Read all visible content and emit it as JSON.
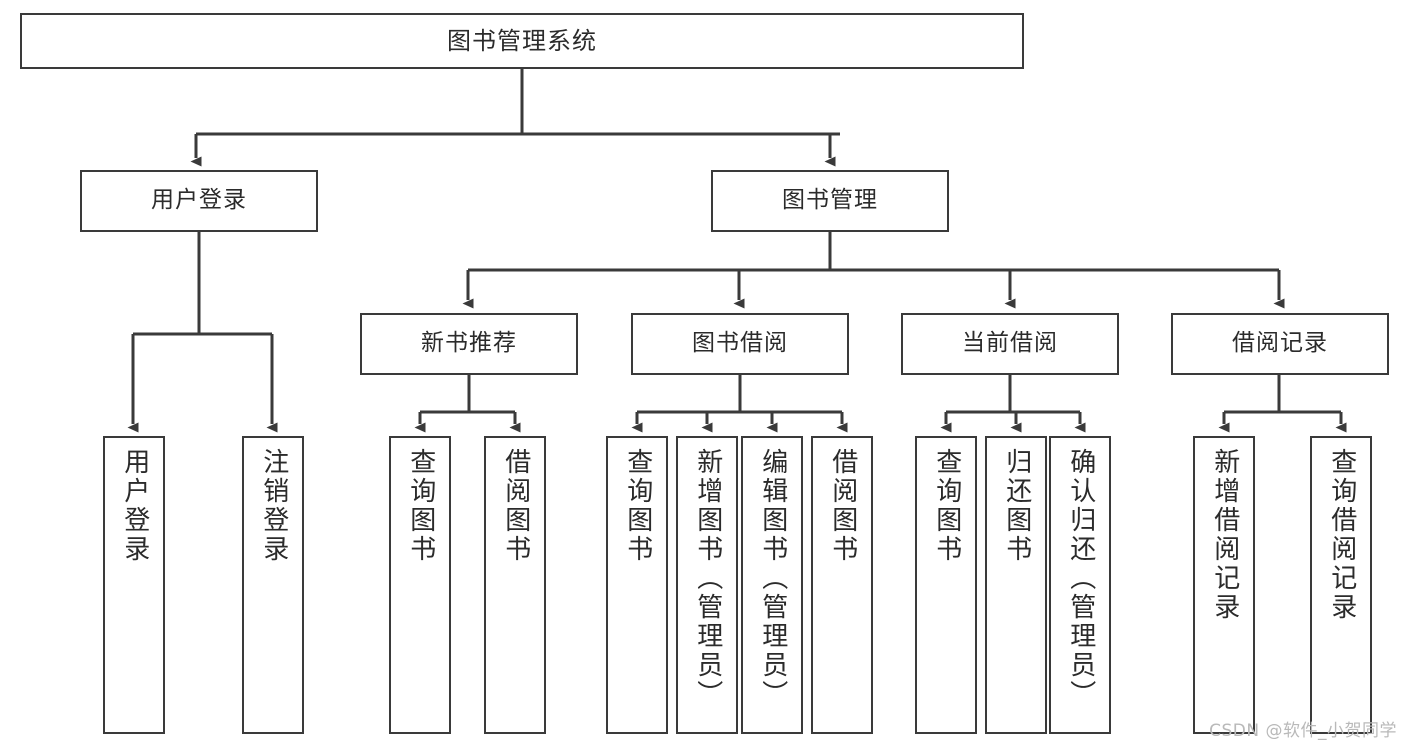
{
  "diagram": {
    "title": "图书管理系统",
    "type": "tree",
    "root": {
      "id": "root",
      "label": "图书管理系统"
    },
    "level2": [
      {
        "id": "user-login",
        "label": "用户登录"
      },
      {
        "id": "book-manage",
        "label": "图书管理"
      }
    ],
    "level3": [
      {
        "id": "new-book-rec",
        "label": "新书推荐",
        "parent": "book-manage"
      },
      {
        "id": "book-borrow",
        "label": "图书借阅",
        "parent": "book-manage"
      },
      {
        "id": "current-borrow",
        "label": "当前借阅",
        "parent": "book-manage"
      },
      {
        "id": "borrow-record",
        "label": "借阅记录",
        "parent": "book-manage"
      }
    ],
    "leaves": [
      {
        "id": "leaf-user-login",
        "label": "用户登录",
        "parent": "user-login"
      },
      {
        "id": "leaf-logout-login",
        "label": "注销登录",
        "parent": "user-login"
      },
      {
        "id": "leaf-query-book-1",
        "label": "查询图书",
        "parent": "new-book-rec"
      },
      {
        "id": "leaf-borrow-book-1",
        "label": "借阅图书",
        "parent": "new-book-rec"
      },
      {
        "id": "leaf-query-book-2",
        "label": "查询图书",
        "parent": "book-borrow"
      },
      {
        "id": "leaf-add-book",
        "label": "新增图书（管理员）",
        "parent": "book-borrow"
      },
      {
        "id": "leaf-edit-book",
        "label": "编辑图书（管理员）",
        "parent": "book-borrow"
      },
      {
        "id": "leaf-borrow-book-2",
        "label": "借阅图书",
        "parent": "book-borrow"
      },
      {
        "id": "leaf-query-book-3",
        "label": "查询图书",
        "parent": "current-borrow"
      },
      {
        "id": "leaf-return-book",
        "label": "归还图书",
        "parent": "current-borrow"
      },
      {
        "id": "leaf-confirm-return",
        "label": "确认归还（管理员）",
        "parent": "current-borrow"
      },
      {
        "id": "leaf-add-record",
        "label": "新增借阅记录",
        "parent": "borrow-record"
      },
      {
        "id": "leaf-query-record",
        "label": "查询借阅记录",
        "parent": "borrow-record"
      }
    ]
  },
  "watermark": {
    "text": "CSDN @软件_小贺同学"
  },
  "colors": {
    "stroke": "#3a3a3a",
    "text": "#2b2b2b",
    "background": "#ffffff",
    "watermark": "#b9b9b9"
  }
}
